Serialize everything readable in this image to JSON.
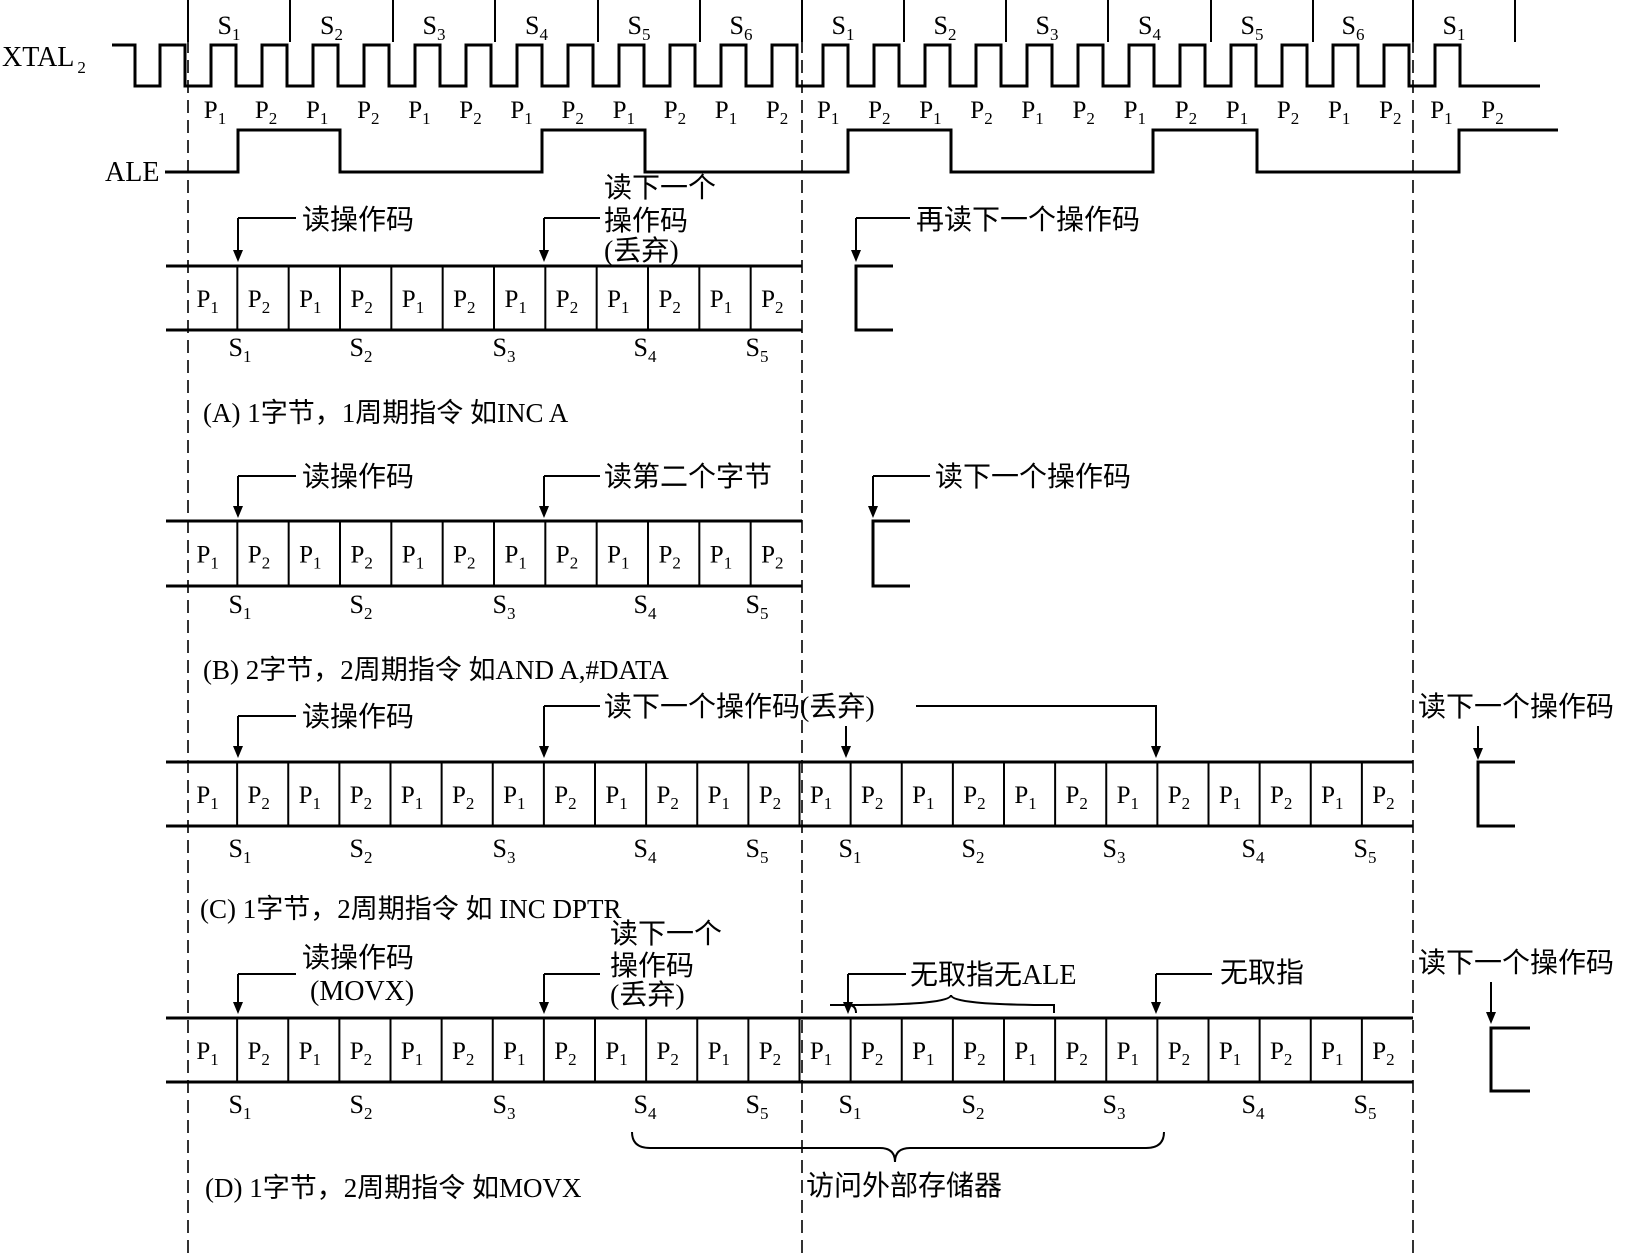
{
  "signals": {
    "xtal_label": "XTAL",
    "xtal_sub": "2",
    "ale_label": "ALE"
  },
  "states_top": [
    "S1",
    "S2",
    "S3",
    "S4",
    "S5",
    "S6",
    "S1",
    "S2",
    "S3",
    "S4",
    "S5",
    "S6",
    "S1"
  ],
  "phases_top": [
    "P1",
    "P2",
    "P1",
    "P2",
    "P1",
    "P2",
    "P1",
    "P2",
    "P1",
    "P2",
    "P1",
    "P2",
    "P1",
    "P2",
    "P1",
    "P2",
    "P1",
    "P2",
    "P1",
    "P2",
    "P1",
    "P2",
    "P1",
    "P2",
    "P1",
    "P2"
  ],
  "row_states": [
    "S1",
    "S2",
    "S3",
    "S4",
    "S5"
  ],
  "row_states_c2": [
    "S1",
    "S2",
    "S3",
    "S4",
    "S5"
  ],
  "rows": {
    "a": {
      "caption": "(A) 1字节，1周期指令   如INC  A",
      "note_read": "读操作码",
      "note_next_line1": "读下一个",
      "note_next_line2": "操作码",
      "note_next_line3": "(丢弃)",
      "note_reread": "再读下一个操作码"
    },
    "b": {
      "caption": "(B) 2字节，2周期指令   如AND  A,#DATA",
      "note_read": "读操作码",
      "note_second": "读第二个字节",
      "note_next": "读下一个操作码"
    },
    "c": {
      "caption": "(C) 1字节，2周期指令  如 INC DPTR",
      "note_read": "读操作码",
      "note_next_discard": "读下一个操作码(丢弃)",
      "note_next": "读下一个操作码"
    },
    "d": {
      "caption": "(D) 1字节，2周期指令  如MOVX",
      "note_read_line1": "读操作码",
      "note_read_line2": "(MOVX)",
      "note_next_line1": "读下一个",
      "note_next_line2": "操作码",
      "note_next_line3": "(丢弃)",
      "note_no_fetch_ale": "无取指无ALE",
      "note_no_fetch": "无取指",
      "note_next": "读下一个操作码",
      "note_external": "访问外部存储器"
    }
  }
}
